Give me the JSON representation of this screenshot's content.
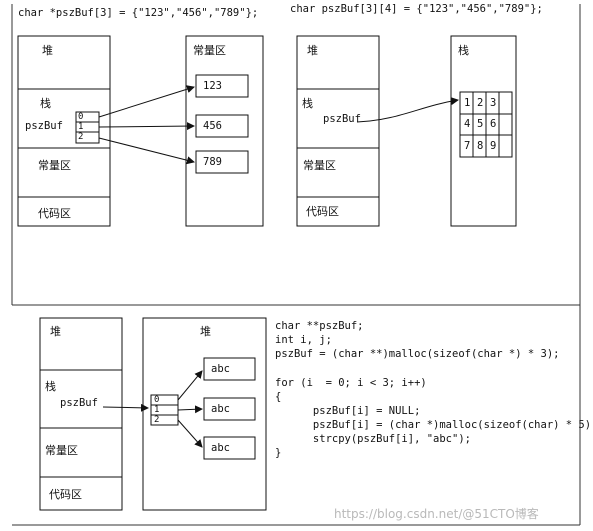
{
  "diagram1": {
    "code": "char *pszBuf[3] = {\"123\",\"456\",\"789\"};",
    "mem_labels": [
      "堆",
      "栈",
      "常量区",
      "代码区"
    ],
    "pointer_name": "pszBuf",
    "indices": [
      "0",
      "1",
      "2"
    ],
    "const_area_title": "常量区",
    "const_values": [
      "123",
      "456",
      "789"
    ]
  },
  "diagram2": {
    "code": "char pszBuf[3][4] = {\"123\",\"456\",\"789\"};",
    "mem_labels": [
      "堆",
      "栈",
      "常量区",
      "代码区"
    ],
    "pointer_name": "pszBuf",
    "stack_title": "栈",
    "grid": [
      [
        "1",
        "2",
        "3",
        ""
      ],
      [
        "4",
        "5",
        "6",
        ""
      ],
      [
        "7",
        "8",
        "9",
        ""
      ]
    ]
  },
  "diagram3": {
    "mem_labels": [
      "堆",
      "栈",
      "常量区",
      "代码区"
    ],
    "pointer_name": "pszBuf",
    "heap_title": "堆",
    "indices": [
      "0",
      "1",
      "2"
    ],
    "values": [
      "abc",
      "abc",
      "abc"
    ],
    "code_lines": [
      "char **pszBuf;",
      "int i, j;",
      "pszBuf = (char **)malloc(sizeof(char *) * 3);",
      "",
      "for (i  = 0; i < 3; i++)",
      "{",
      "      pszBuf[i] = NULL;",
      "      pszBuf[i] = (char *)malloc(sizeof(char) * 5);",
      "      strcpy(pszBuf[i], \"abc\");",
      "}"
    ]
  },
  "watermark": "https://blog.csdn.net/@51CTO博客"
}
